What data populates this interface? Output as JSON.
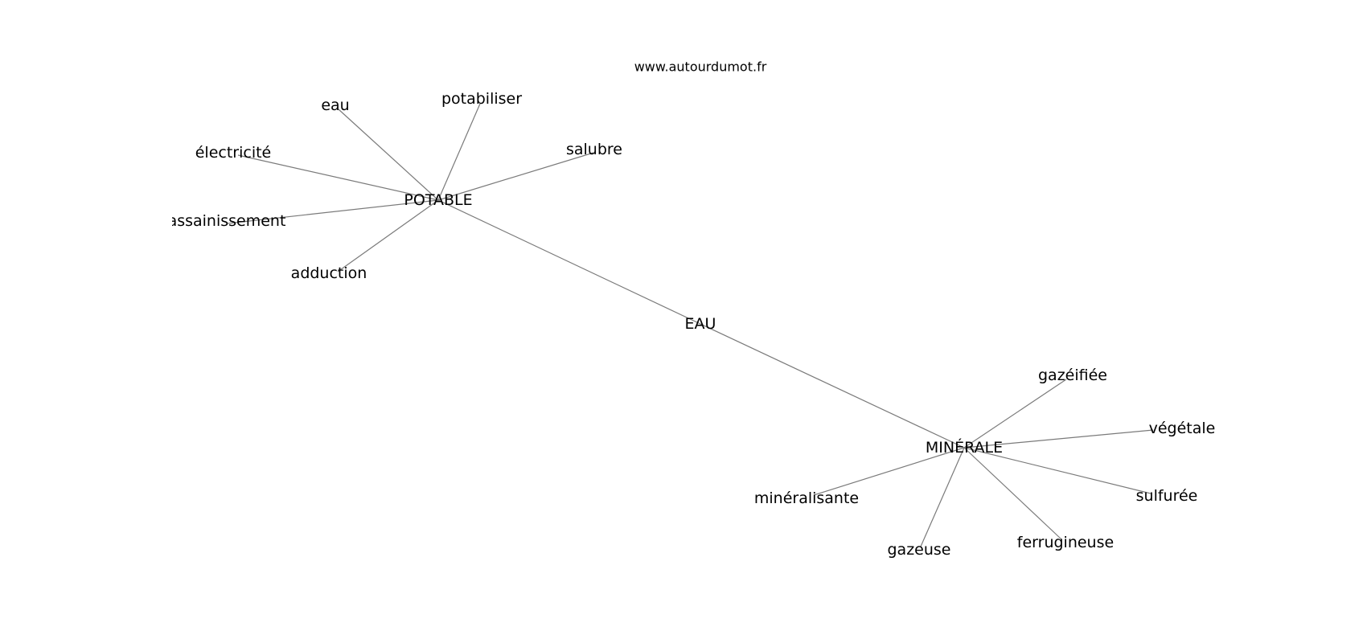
{
  "source": "www.autourdumot.fr",
  "graph": {
    "nodes": [
      {
        "id": "eau_center",
        "label": "EAU"
      },
      {
        "id": "potable",
        "label": "POTABLE"
      },
      {
        "id": "minerale",
        "label": "MINÉRALE"
      },
      {
        "id": "eau",
        "label": "eau"
      },
      {
        "id": "potabiliser",
        "label": "potabiliser"
      },
      {
        "id": "electricite",
        "label": "électricité"
      },
      {
        "id": "salubre",
        "label": "salubre"
      },
      {
        "id": "assainissement",
        "label": "assainissement"
      },
      {
        "id": "adduction",
        "label": "adduction"
      },
      {
        "id": "gazeifiee",
        "label": "gazéifiée"
      },
      {
        "id": "vegetale",
        "label": "végétale"
      },
      {
        "id": "sulfuree",
        "label": "sulfurée"
      },
      {
        "id": "mineralisante",
        "label": "minéralisante"
      },
      {
        "id": "ferrugineuse",
        "label": "ferrugineuse"
      },
      {
        "id": "gazeuse",
        "label": "gazeuse"
      }
    ],
    "edges": [
      [
        "eau_center",
        "potable"
      ],
      [
        "eau_center",
        "minerale"
      ],
      [
        "potable",
        "eau"
      ],
      [
        "potable",
        "potabiliser"
      ],
      [
        "potable",
        "electricite"
      ],
      [
        "potable",
        "salubre"
      ],
      [
        "potable",
        "assainissement"
      ],
      [
        "potable",
        "adduction"
      ],
      [
        "minerale",
        "gazeifiee"
      ],
      [
        "minerale",
        "vegetale"
      ],
      [
        "minerale",
        "sulfuree"
      ],
      [
        "minerale",
        "mineralisante"
      ],
      [
        "minerale",
        "ferrugineuse"
      ],
      [
        "minerale",
        "gazeuse"
      ]
    ]
  }
}
